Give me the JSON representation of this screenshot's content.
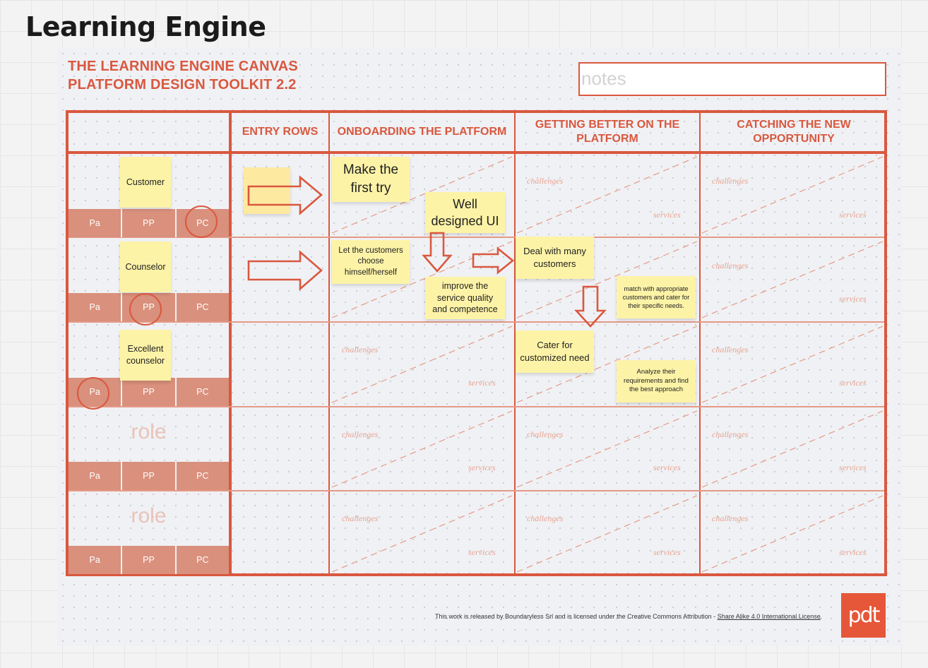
{
  "board": {
    "title": "Learning Engine"
  },
  "canvas": {
    "title_line1": "THE LEARNING ENGINE CANVAS",
    "title_line2": "PLATFORM DESIGN TOOLKIT 2.2",
    "notes_placeholder": "notes"
  },
  "columns": {
    "entry": "ENTRY ROWS",
    "onboarding": "ONBOARDING THE PLATFORM",
    "getting_better": "GETTING BETTER ON THE PLATFORM",
    "catching": "CATCHING THE NEW OPPORTUNITY"
  },
  "cell_labels": {
    "challenges": "challenges",
    "services": "services"
  },
  "roles": {
    "strip": {
      "pa": "Pa",
      "pp": "PP",
      "pc": "PC"
    },
    "ghost": "role"
  },
  "stickies": {
    "customer": "Customer",
    "counselor": "Counselor",
    "excellent_counselor": "Excellent counselor",
    "make_first_try": "Make the first try",
    "well_designed_ui": "Well designed UI",
    "let_customers_choose": "Let the customers choose himself/herself",
    "improve_service": "improve the service quality and competence",
    "deal_with_many": "Deal with many customers",
    "match_customers": "match with appropriate customers and cater for their specific needs.",
    "cater_customized": "Cater for customized need",
    "analyze_requirements": "Analyze their requirements and find the best approach"
  },
  "footer": {
    "license_text": "This work is released by Boundaryless Srl and is licensed under the Creative Commons Attribution - ",
    "license_link": "Share Alike 4.0 International License",
    "license_end": ".",
    "logo_text": "pdt"
  },
  "colors": {
    "accent": "#d9583f",
    "role_strip": "#d9907c",
    "sticky": "#fdf3a7"
  }
}
